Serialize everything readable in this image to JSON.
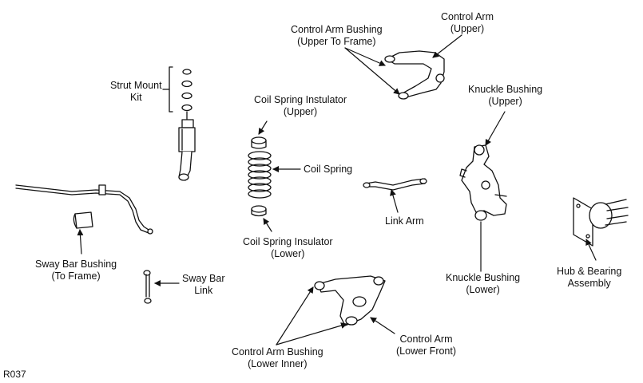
{
  "labels": {
    "control_arm_bushing_upper": [
      "Control Arm Bushing",
      "(Upper To Frame)"
    ],
    "control_arm_upper": [
      "Control Arm",
      "(Upper)"
    ],
    "strut_mount_kit": [
      "Strut Mount",
      "Kit"
    ],
    "coil_spring_insulator_upper": [
      "Coil Spring Instulator",
      "(Upper)"
    ],
    "coil_spring": [
      "Coil Spring"
    ],
    "knuckle_bushing_upper": [
      "Knuckle Bushing",
      "(Upper)"
    ],
    "link_arm": [
      "Link Arm"
    ],
    "coil_spring_insulator_lower": [
      "Coil Spring Insulator",
      "(Lower)"
    ],
    "sway_bar_bushing": [
      "Sway Bar Bushing",
      "(To Frame)"
    ],
    "sway_bar_link": [
      "Sway Bar",
      "Link"
    ],
    "knuckle_bushing_lower": [
      "Knuckle Bushing",
      "(Lower)"
    ],
    "hub_bearing_assembly": [
      "Hub & Bearing",
      "Assembly"
    ],
    "control_arm_bushing_lower": [
      "Control Arm Bushing",
      "(Lower Inner)"
    ],
    "control_arm_lower": [
      "Control Arm",
      "(Lower Front)"
    ]
  },
  "figure_ref": "R037",
  "colors": {
    "line": "#111111",
    "fill": "#ffffff",
    "shade": "#d8d8d8"
  }
}
